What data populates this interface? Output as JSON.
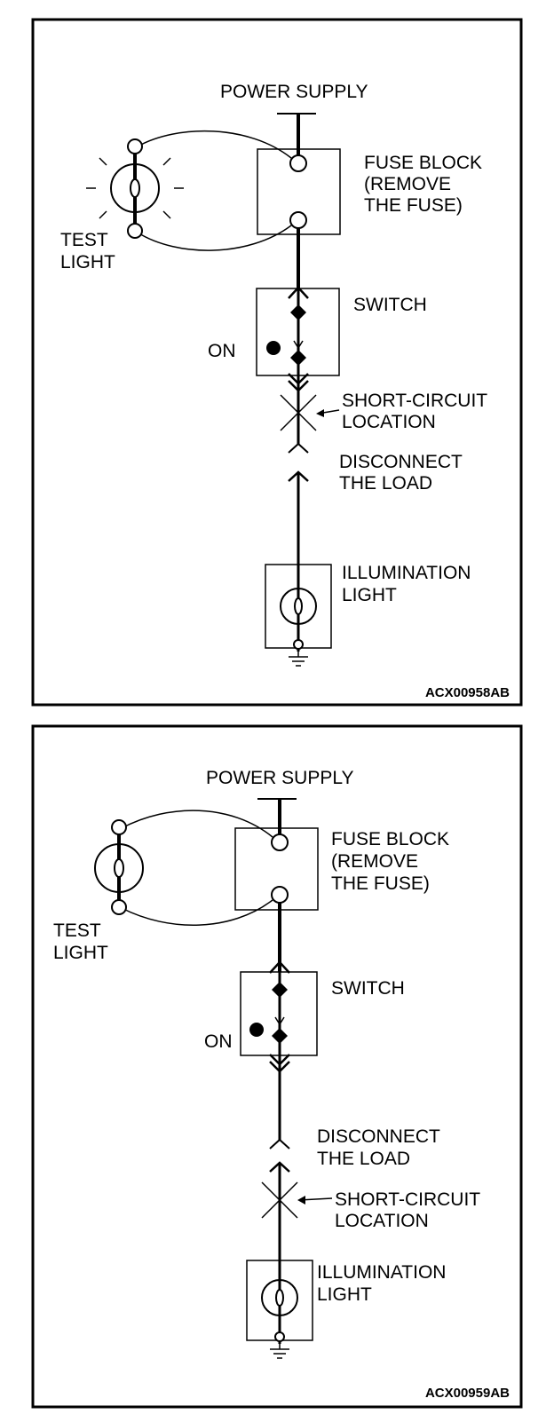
{
  "panels": [
    {
      "power_supply": "POWER SUPPLY",
      "fuse_block": [
        "FUSE BLOCK",
        "(REMOVE",
        "THE FUSE)"
      ],
      "test_light": [
        "TEST",
        "LIGHT"
      ],
      "switch": "SWITCH",
      "on": "ON",
      "short_circuit": [
        "SHORT-CIRCUIT",
        "LOCATION"
      ],
      "disconnect": [
        "DISCONNECT",
        "THE LOAD"
      ],
      "illumination": [
        "ILLUMINATION",
        "LIGHT"
      ],
      "code": "ACX00958AB",
      "test_light_lit": true
    },
    {
      "power_supply": "POWER SUPPLY",
      "fuse_block": [
        "FUSE BLOCK",
        "(REMOVE",
        "THE FUSE)"
      ],
      "test_light": [
        "TEST",
        "LIGHT"
      ],
      "switch": "SWITCH",
      "on": "ON",
      "short_circuit": [
        "SHORT-CIRCUIT",
        "LOCATION"
      ],
      "disconnect": [
        "DISCONNECT",
        "THE LOAD"
      ],
      "illumination": [
        "ILLUMINATION",
        "LIGHT"
      ],
      "code": "ACX00959AB",
      "test_light_lit": false
    }
  ]
}
